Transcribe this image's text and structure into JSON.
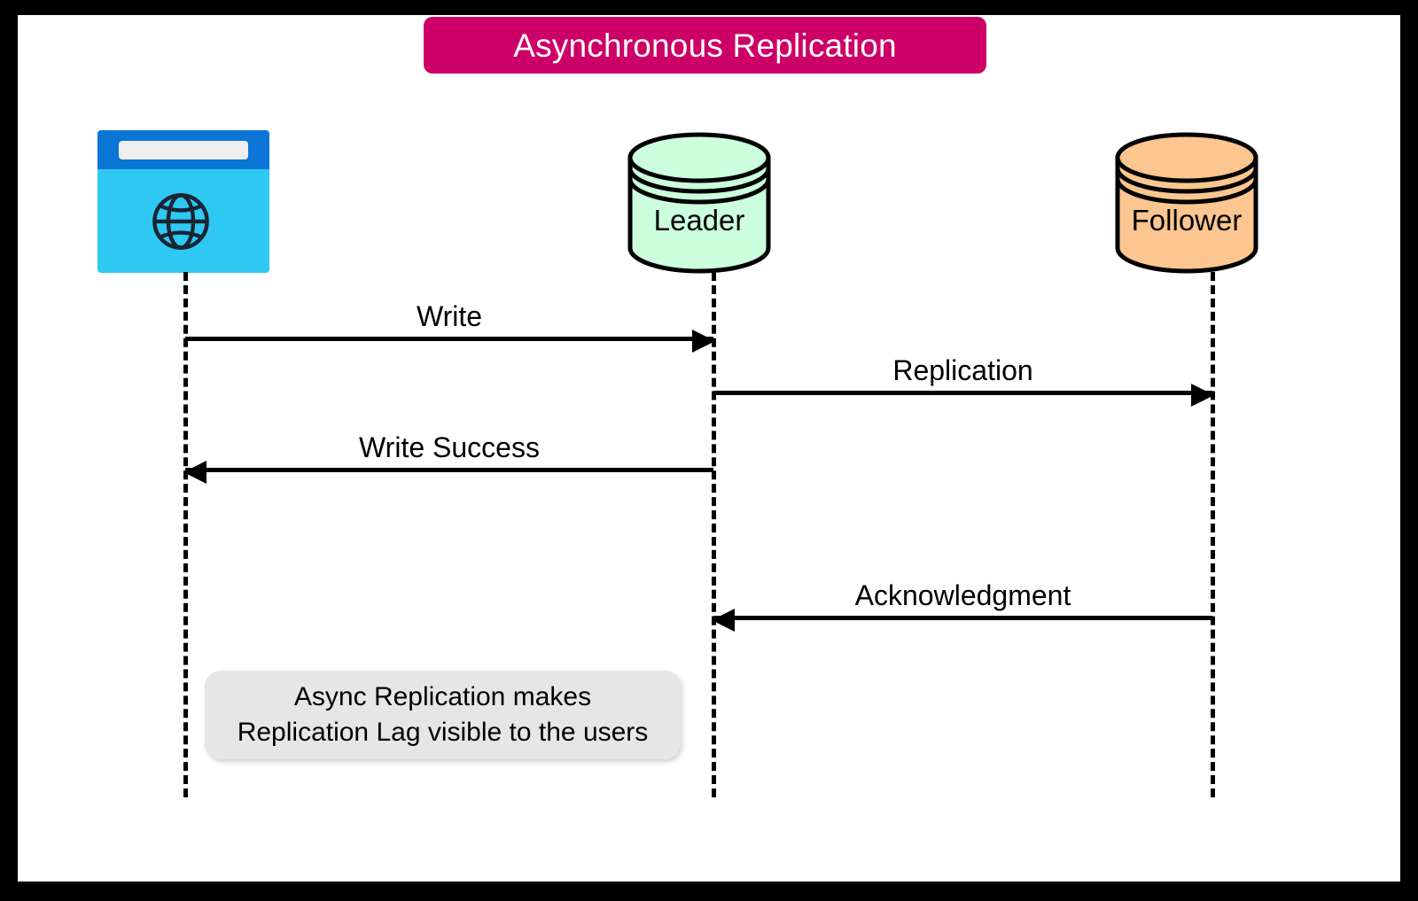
{
  "diagram": {
    "type": "sequence-diagram",
    "title": "Asynchronous Replication",
    "accent_color": "#cc0066",
    "background_color": "#ffffff",
    "frame_color": "#000000"
  },
  "participants": [
    {
      "id": "client",
      "label": "",
      "icon": "browser-globe-icon",
      "shape": "browser-window",
      "colors": {
        "titlebar": "#0b76d6",
        "body": "#2ec8f3",
        "urlbar": "#eeeeee"
      }
    },
    {
      "id": "leader",
      "label": "Leader",
      "icon": "database-cylinder-icon",
      "shape": "cylinder",
      "colors": {
        "fill": "#ccffdd",
        "stroke": "#000000"
      }
    },
    {
      "id": "follower",
      "label": "Follower",
      "icon": "database-cylinder-icon",
      "shape": "cylinder",
      "colors": {
        "fill": "#fbc68f",
        "stroke": "#000000"
      }
    }
  ],
  "messages": [
    {
      "label": "Write",
      "from": "client",
      "to": "leader",
      "direction": "right"
    },
    {
      "label": "Replication",
      "from": "leader",
      "to": "follower",
      "direction": "right"
    },
    {
      "label": "Write Success",
      "from": "leader",
      "to": "client",
      "direction": "left"
    },
    {
      "label": "Acknowledgment",
      "from": "follower",
      "to": "leader",
      "direction": "left"
    }
  ],
  "note": {
    "lines": [
      "Async Replication makes",
      "Replication Lag visible to the users"
    ],
    "background_color": "#e6e6e6"
  }
}
